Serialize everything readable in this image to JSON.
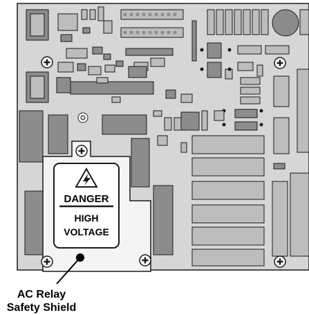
{
  "warning_label": {
    "title": "DANGER",
    "line1": "HIGH",
    "line2": "VOLTAGE",
    "symbol": "lightning-bolt-in-triangle"
  },
  "callout": {
    "line1": "AC Relay",
    "line2": "Safety Shield"
  },
  "colors": {
    "board": "#d6d6d6",
    "component_dark": "#8c8c8c",
    "component_light": "#bdbdbd",
    "outline": "#1a1a1a",
    "shield": "#f4f4f4",
    "label_bg": "#ffffff"
  }
}
